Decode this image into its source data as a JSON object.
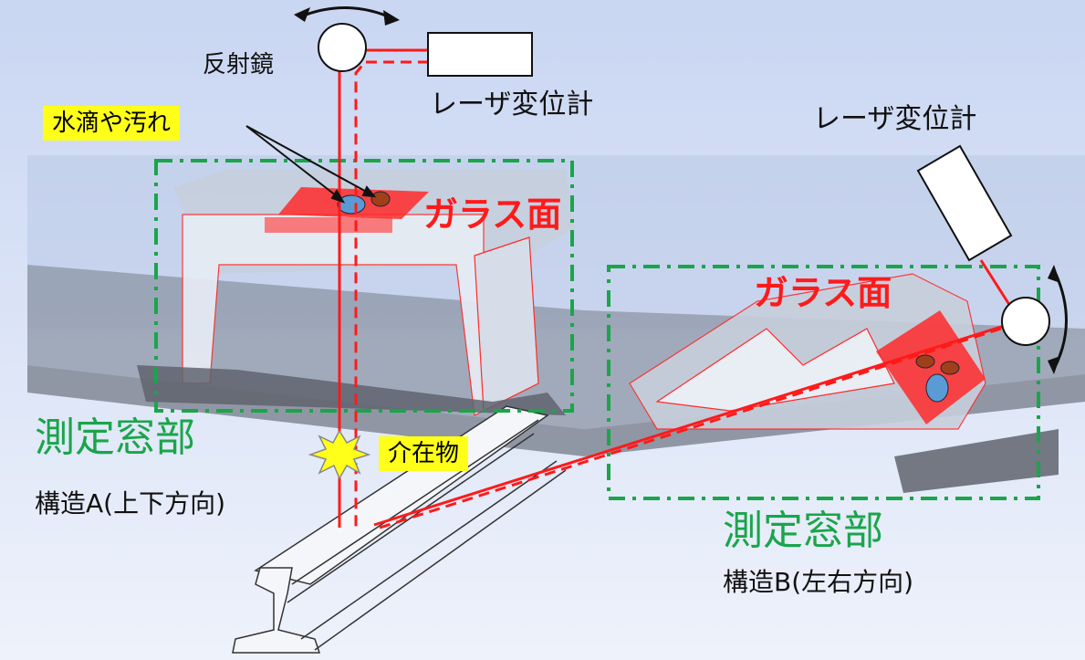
{
  "labels": {
    "mirror": "反射鏡",
    "laser_top": "レーザ変位計",
    "laser_right": "レーザ変位計",
    "water_dirt": "水滴や汚れ",
    "glass_a": "ガラス面",
    "glass_b": "ガラス面",
    "obstacle": "介在物",
    "window_a_title": "測定窓部",
    "window_a_sub": "構造A(上下方向)",
    "window_b_title": "測定窓部",
    "window_b_sub": "構造B(左右方向)"
  },
  "colors": {
    "background": "#dfe6f5",
    "beam": "#ff1a1a",
    "dashed_box": "#1aa54a",
    "callout": "#ffff1a",
    "droplet": "#5b9bd5",
    "dirt": "#a0401a"
  }
}
